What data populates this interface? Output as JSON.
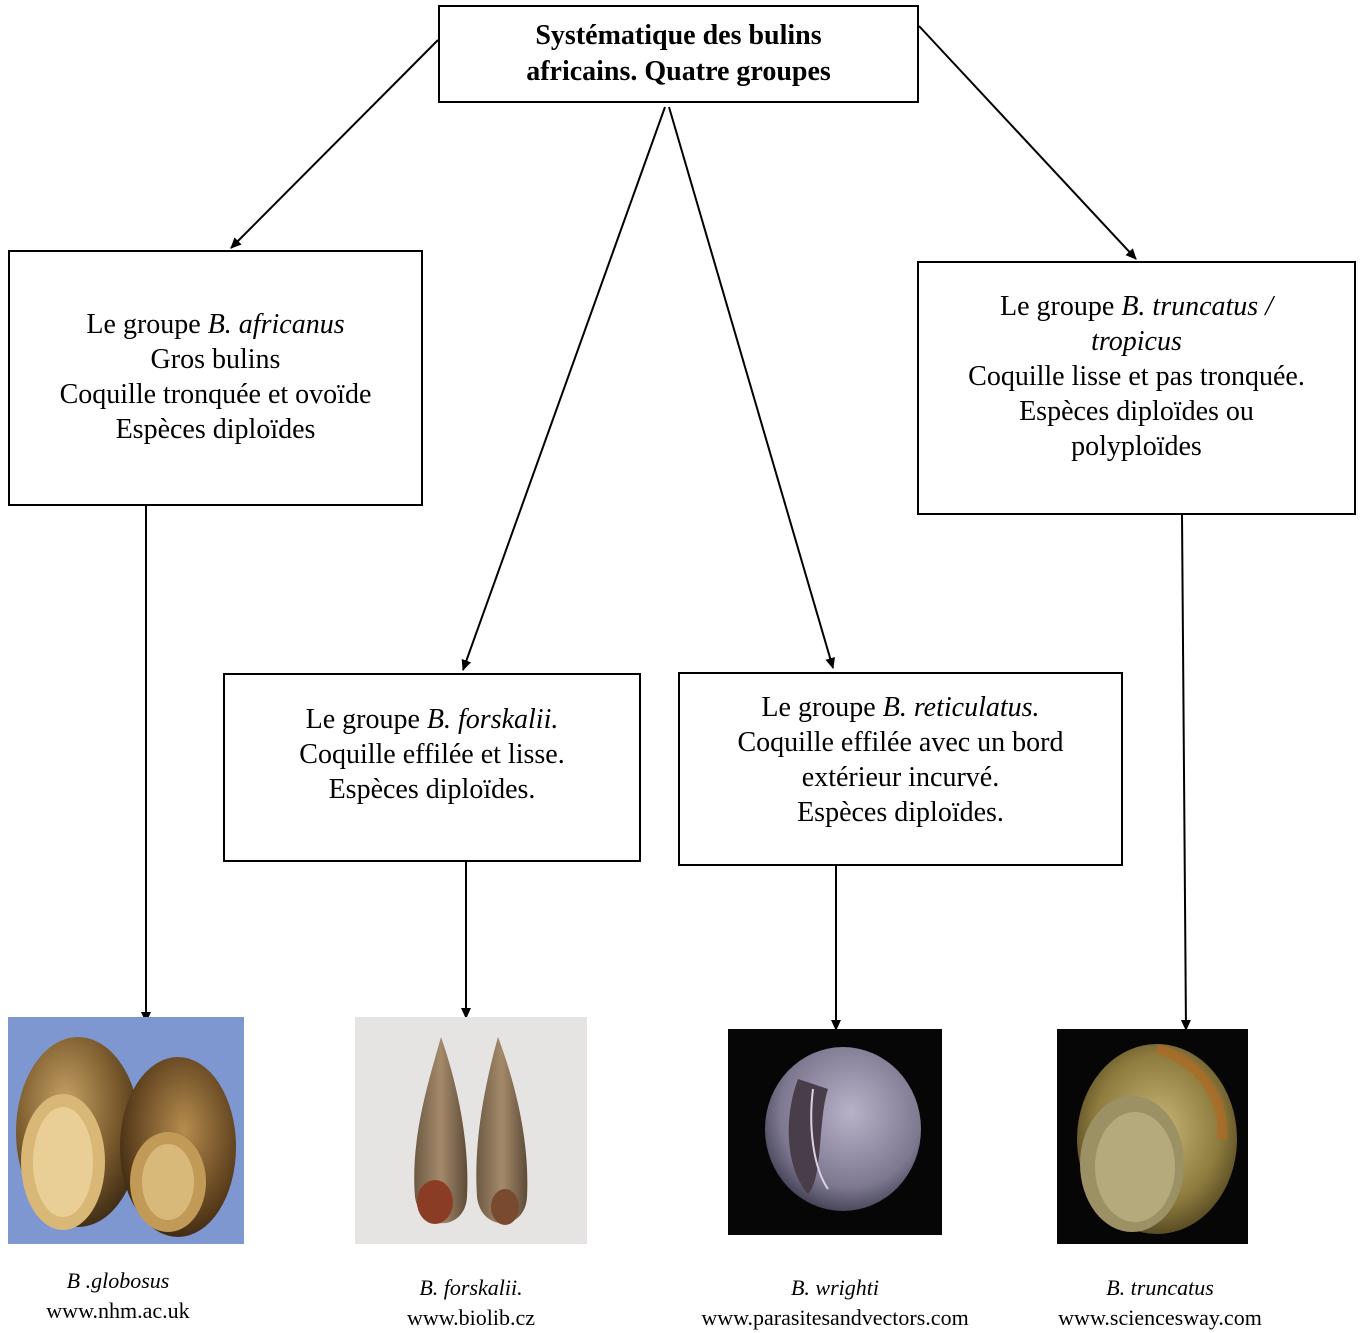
{
  "root": {
    "line1": "Systématique des bulins",
    "line2": "africains. Quatre groupes"
  },
  "groups": {
    "africanus": {
      "prefix": "Le groupe ",
      "name": "B. africanus",
      "lines": [
        "Gros bulins",
        "Coquille tronquée et ovoïde",
        "Espèces diploïdes"
      ]
    },
    "truncatus": {
      "prefix": "Le groupe ",
      "name": "B. truncatus /",
      "name2": "tropicus",
      "lines": [
        "Coquille lisse et pas tronquée.",
        "Espèces diploïdes ou",
        "polyploïdes"
      ]
    },
    "forskalii": {
      "prefix": "Le groupe ",
      "name": "B. forskalii.",
      "lines": [
        "Coquille effilée et lisse.",
        "Espèces diploïdes."
      ]
    },
    "reticulatus": {
      "prefix": "Le groupe ",
      "name": "B. reticulatus.",
      "lines": [
        "Coquille effilée avec un bord",
        "extérieur incurvé.",
        "Espèces diploïdes."
      ]
    }
  },
  "photos": [
    {
      "species": "B .globosus",
      "site": "www.nhm.ac.uk",
      "background": "#7f97d0"
    },
    {
      "species": "B. forskalii.",
      "site": "www.biolib.cz",
      "background": "#e6e4e2"
    },
    {
      "species": "B. wrighti",
      "site": "www.parasitesandvectors.com",
      "background": "#060606"
    },
    {
      "species": "B. truncatus",
      "site": "www.sciencesway.com",
      "background": "#060606"
    }
  ]
}
